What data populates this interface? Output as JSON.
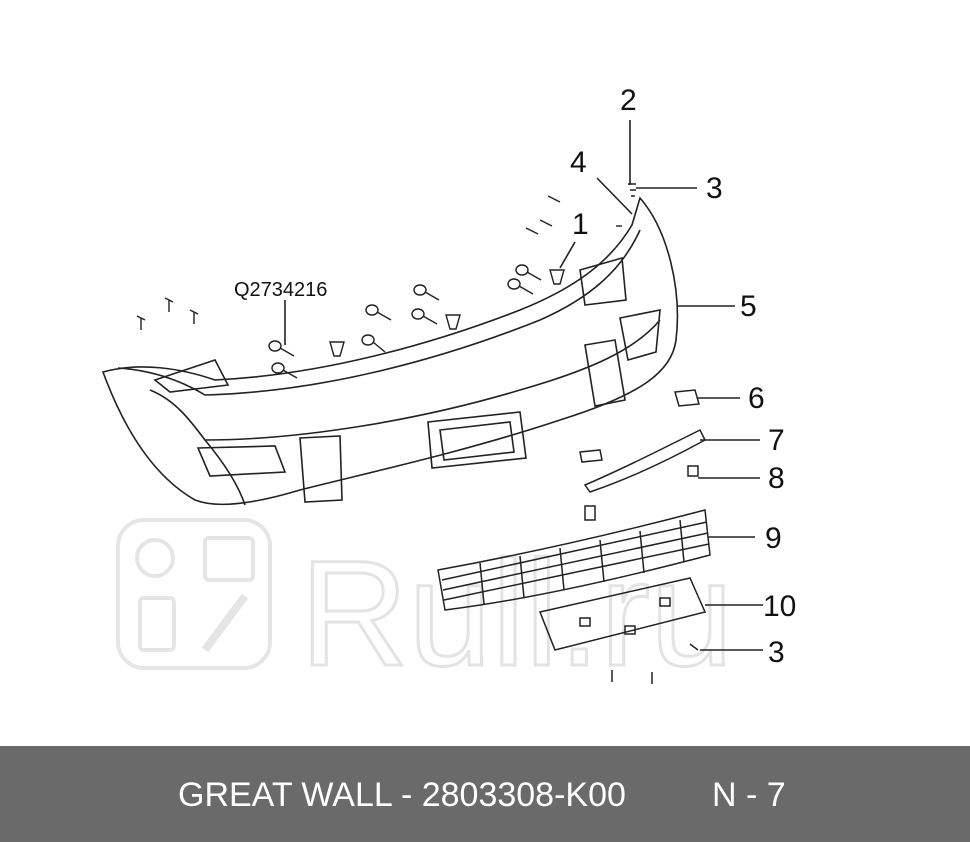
{
  "diagram": {
    "callouts": [
      {
        "id": "c2",
        "label": "2"
      },
      {
        "id": "c4",
        "label": "4"
      },
      {
        "id": "c3a",
        "label": "3"
      },
      {
        "id": "c1",
        "label": "1"
      },
      {
        "id": "c5",
        "label": "5"
      },
      {
        "id": "c6",
        "label": "6"
      },
      {
        "id": "c7",
        "label": "7"
      },
      {
        "id": "c8",
        "label": "8"
      },
      {
        "id": "c9",
        "label": "9"
      },
      {
        "id": "c10",
        "label": "10"
      },
      {
        "id": "c3b",
        "label": "3"
      }
    ],
    "part_code_label": "Q2734216"
  },
  "watermark": {
    "text": "Rull.ru"
  },
  "footer": {
    "part_info": "GREAT WALL - 2803308-K00",
    "page_ref": "N - 7"
  },
  "colors": {
    "footer_bg": "#6a6a6a",
    "footer_text": "#ffffff",
    "line": "#222222",
    "watermark": "#d8d8d8"
  }
}
